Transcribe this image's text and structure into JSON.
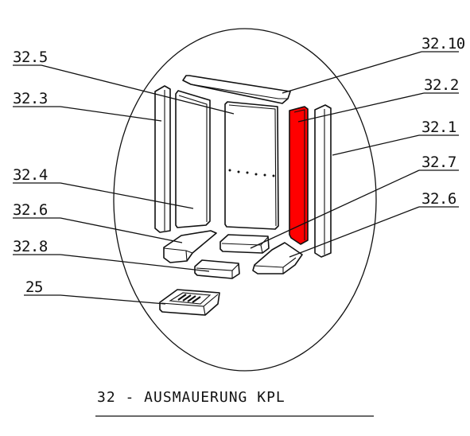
{
  "labels": {
    "l_32_5": "32.5",
    "l_32_3": "32.3",
    "l_32_4": "32.4",
    "l_32_6_left": "32.6",
    "l_32_8": "32.8",
    "l_25": "25",
    "l_32_10": "32.10",
    "l_32_2": "32.2",
    "l_32_1": "32.1",
    "l_32_7": "32.7",
    "l_32_6_right": "32.6"
  },
  "caption": "32 - AUSMAUERUNG KPL",
  "colors": {
    "highlight": "#ff0000",
    "line": "#111111",
    "background": "#ffffff"
  }
}
